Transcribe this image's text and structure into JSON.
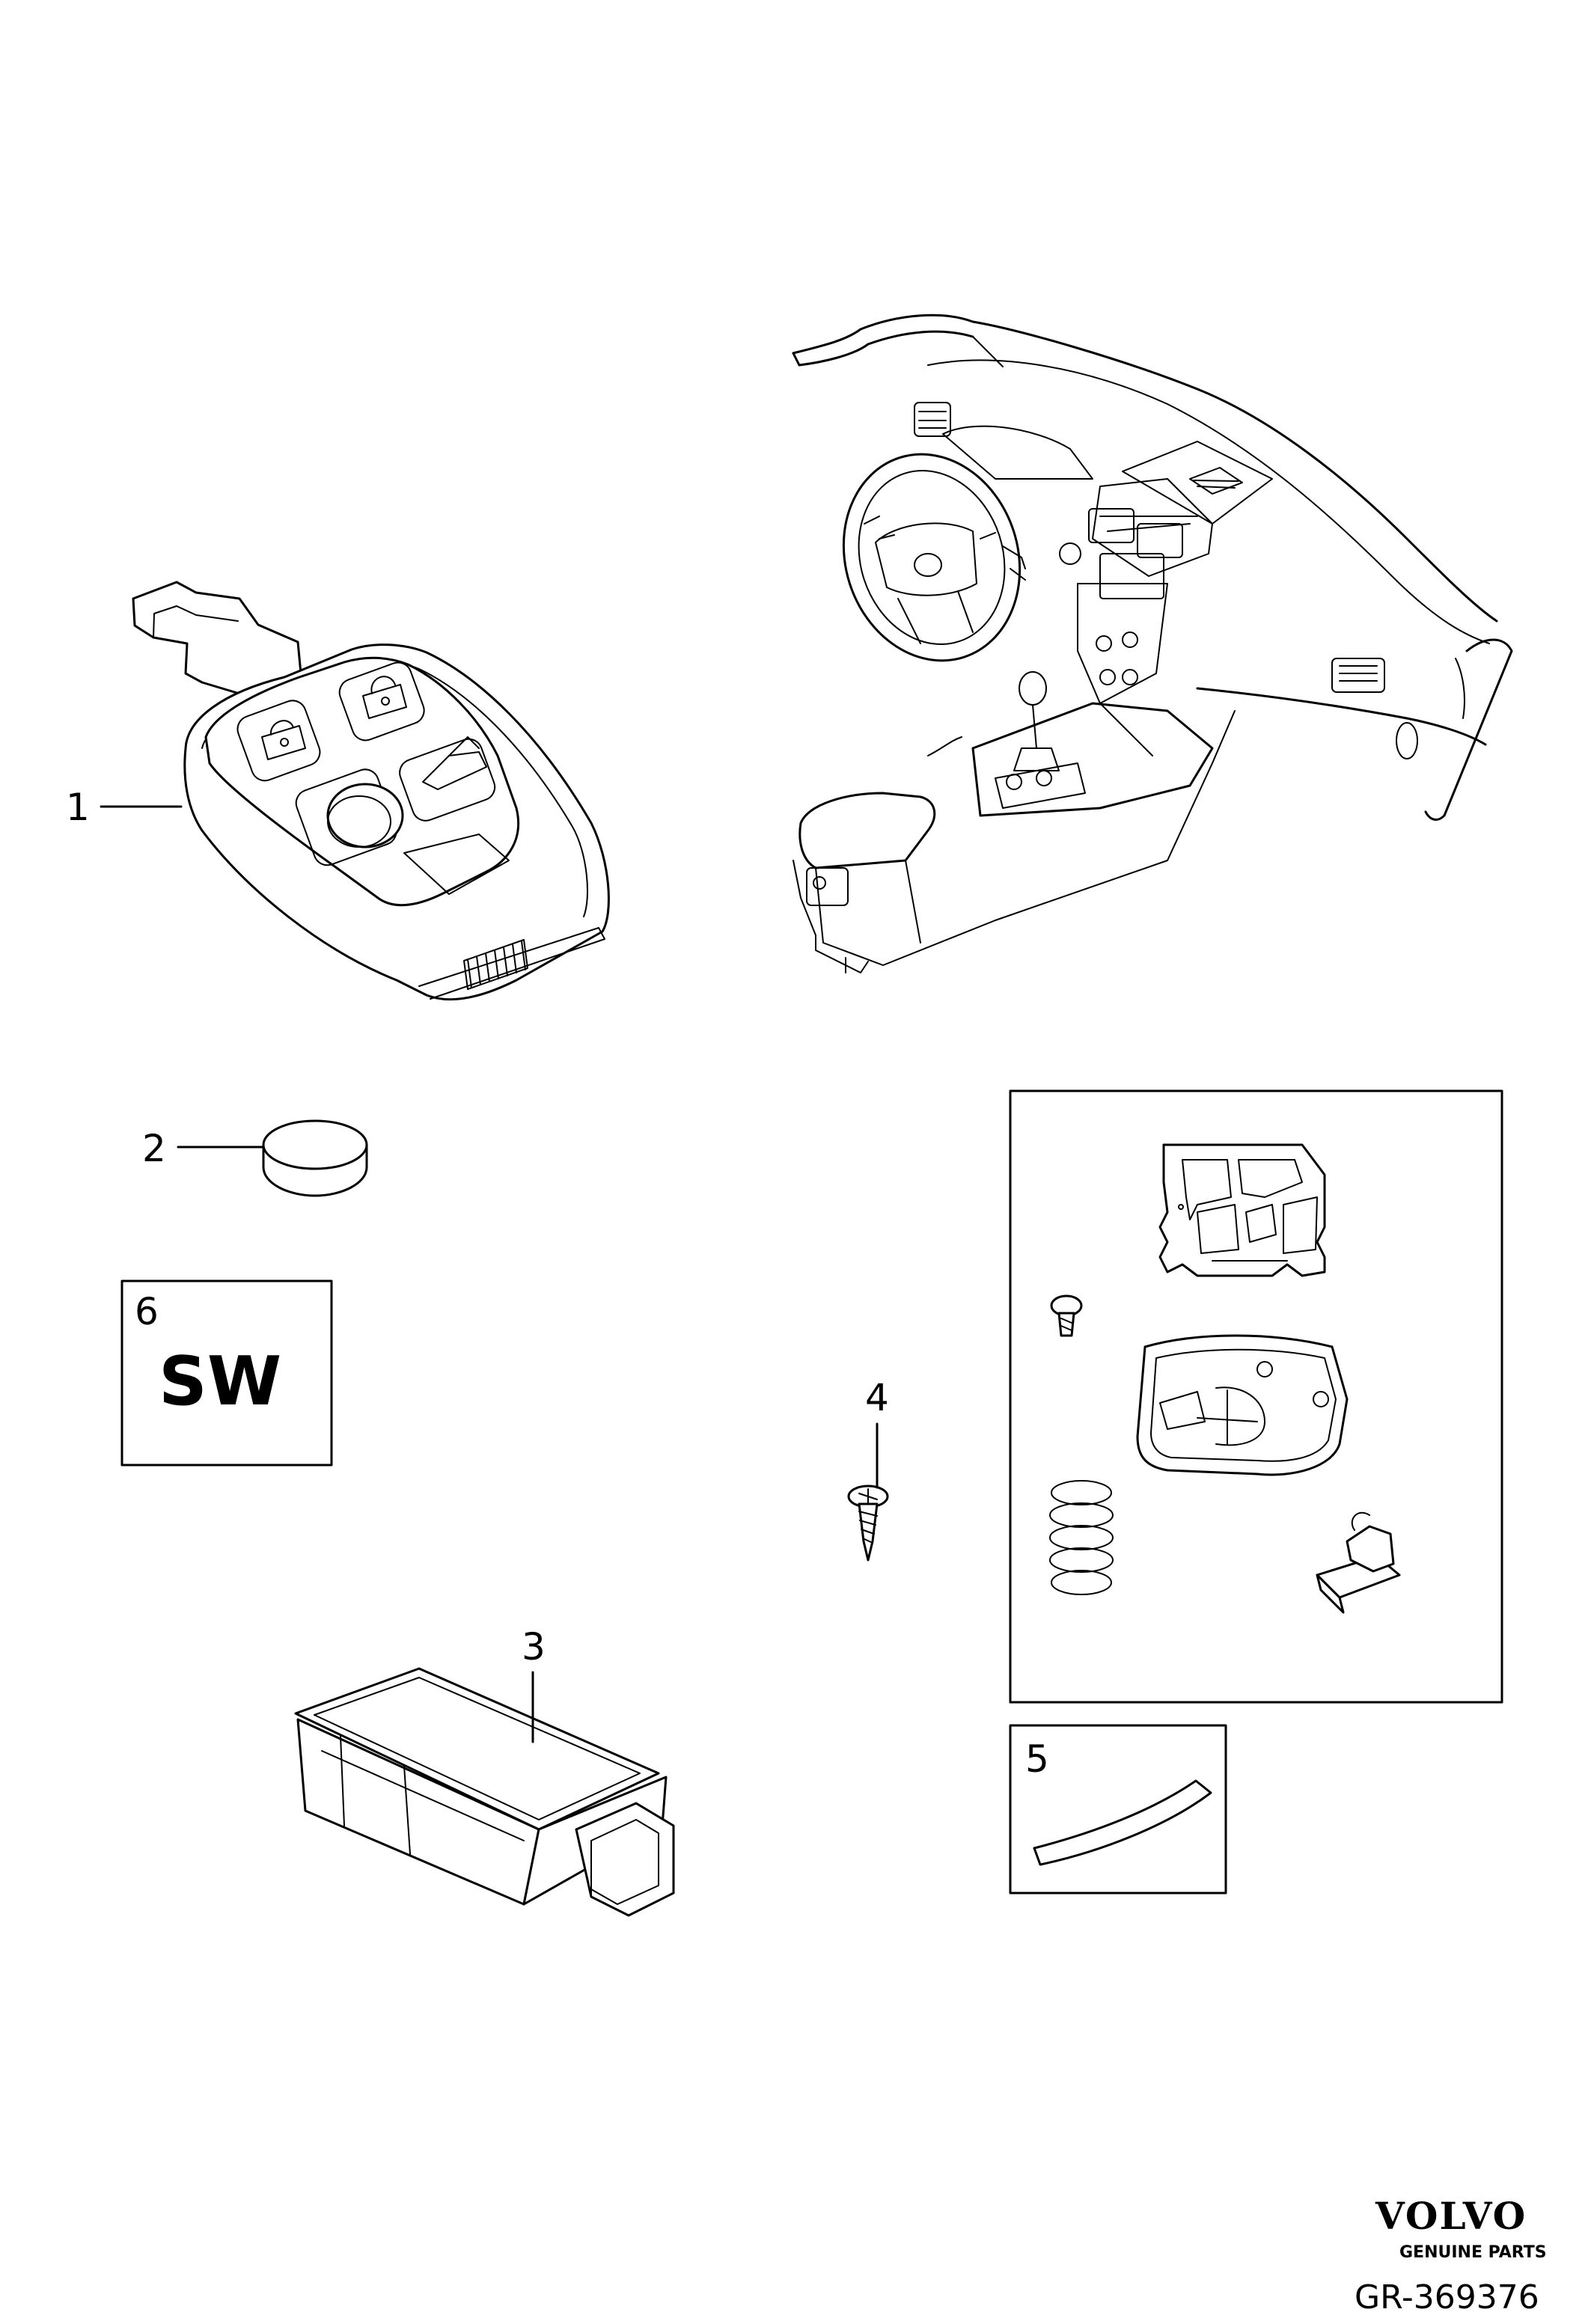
{
  "callouts": {
    "c1": "1",
    "c2": "2",
    "c3": "3",
    "c4": "4",
    "c5": "5",
    "c6": "6"
  },
  "software_box": {
    "label": "SW"
  },
  "footer": {
    "brand": "VOLVO",
    "tagline": "GENUINE PARTS",
    "reference": "GR-369376"
  }
}
